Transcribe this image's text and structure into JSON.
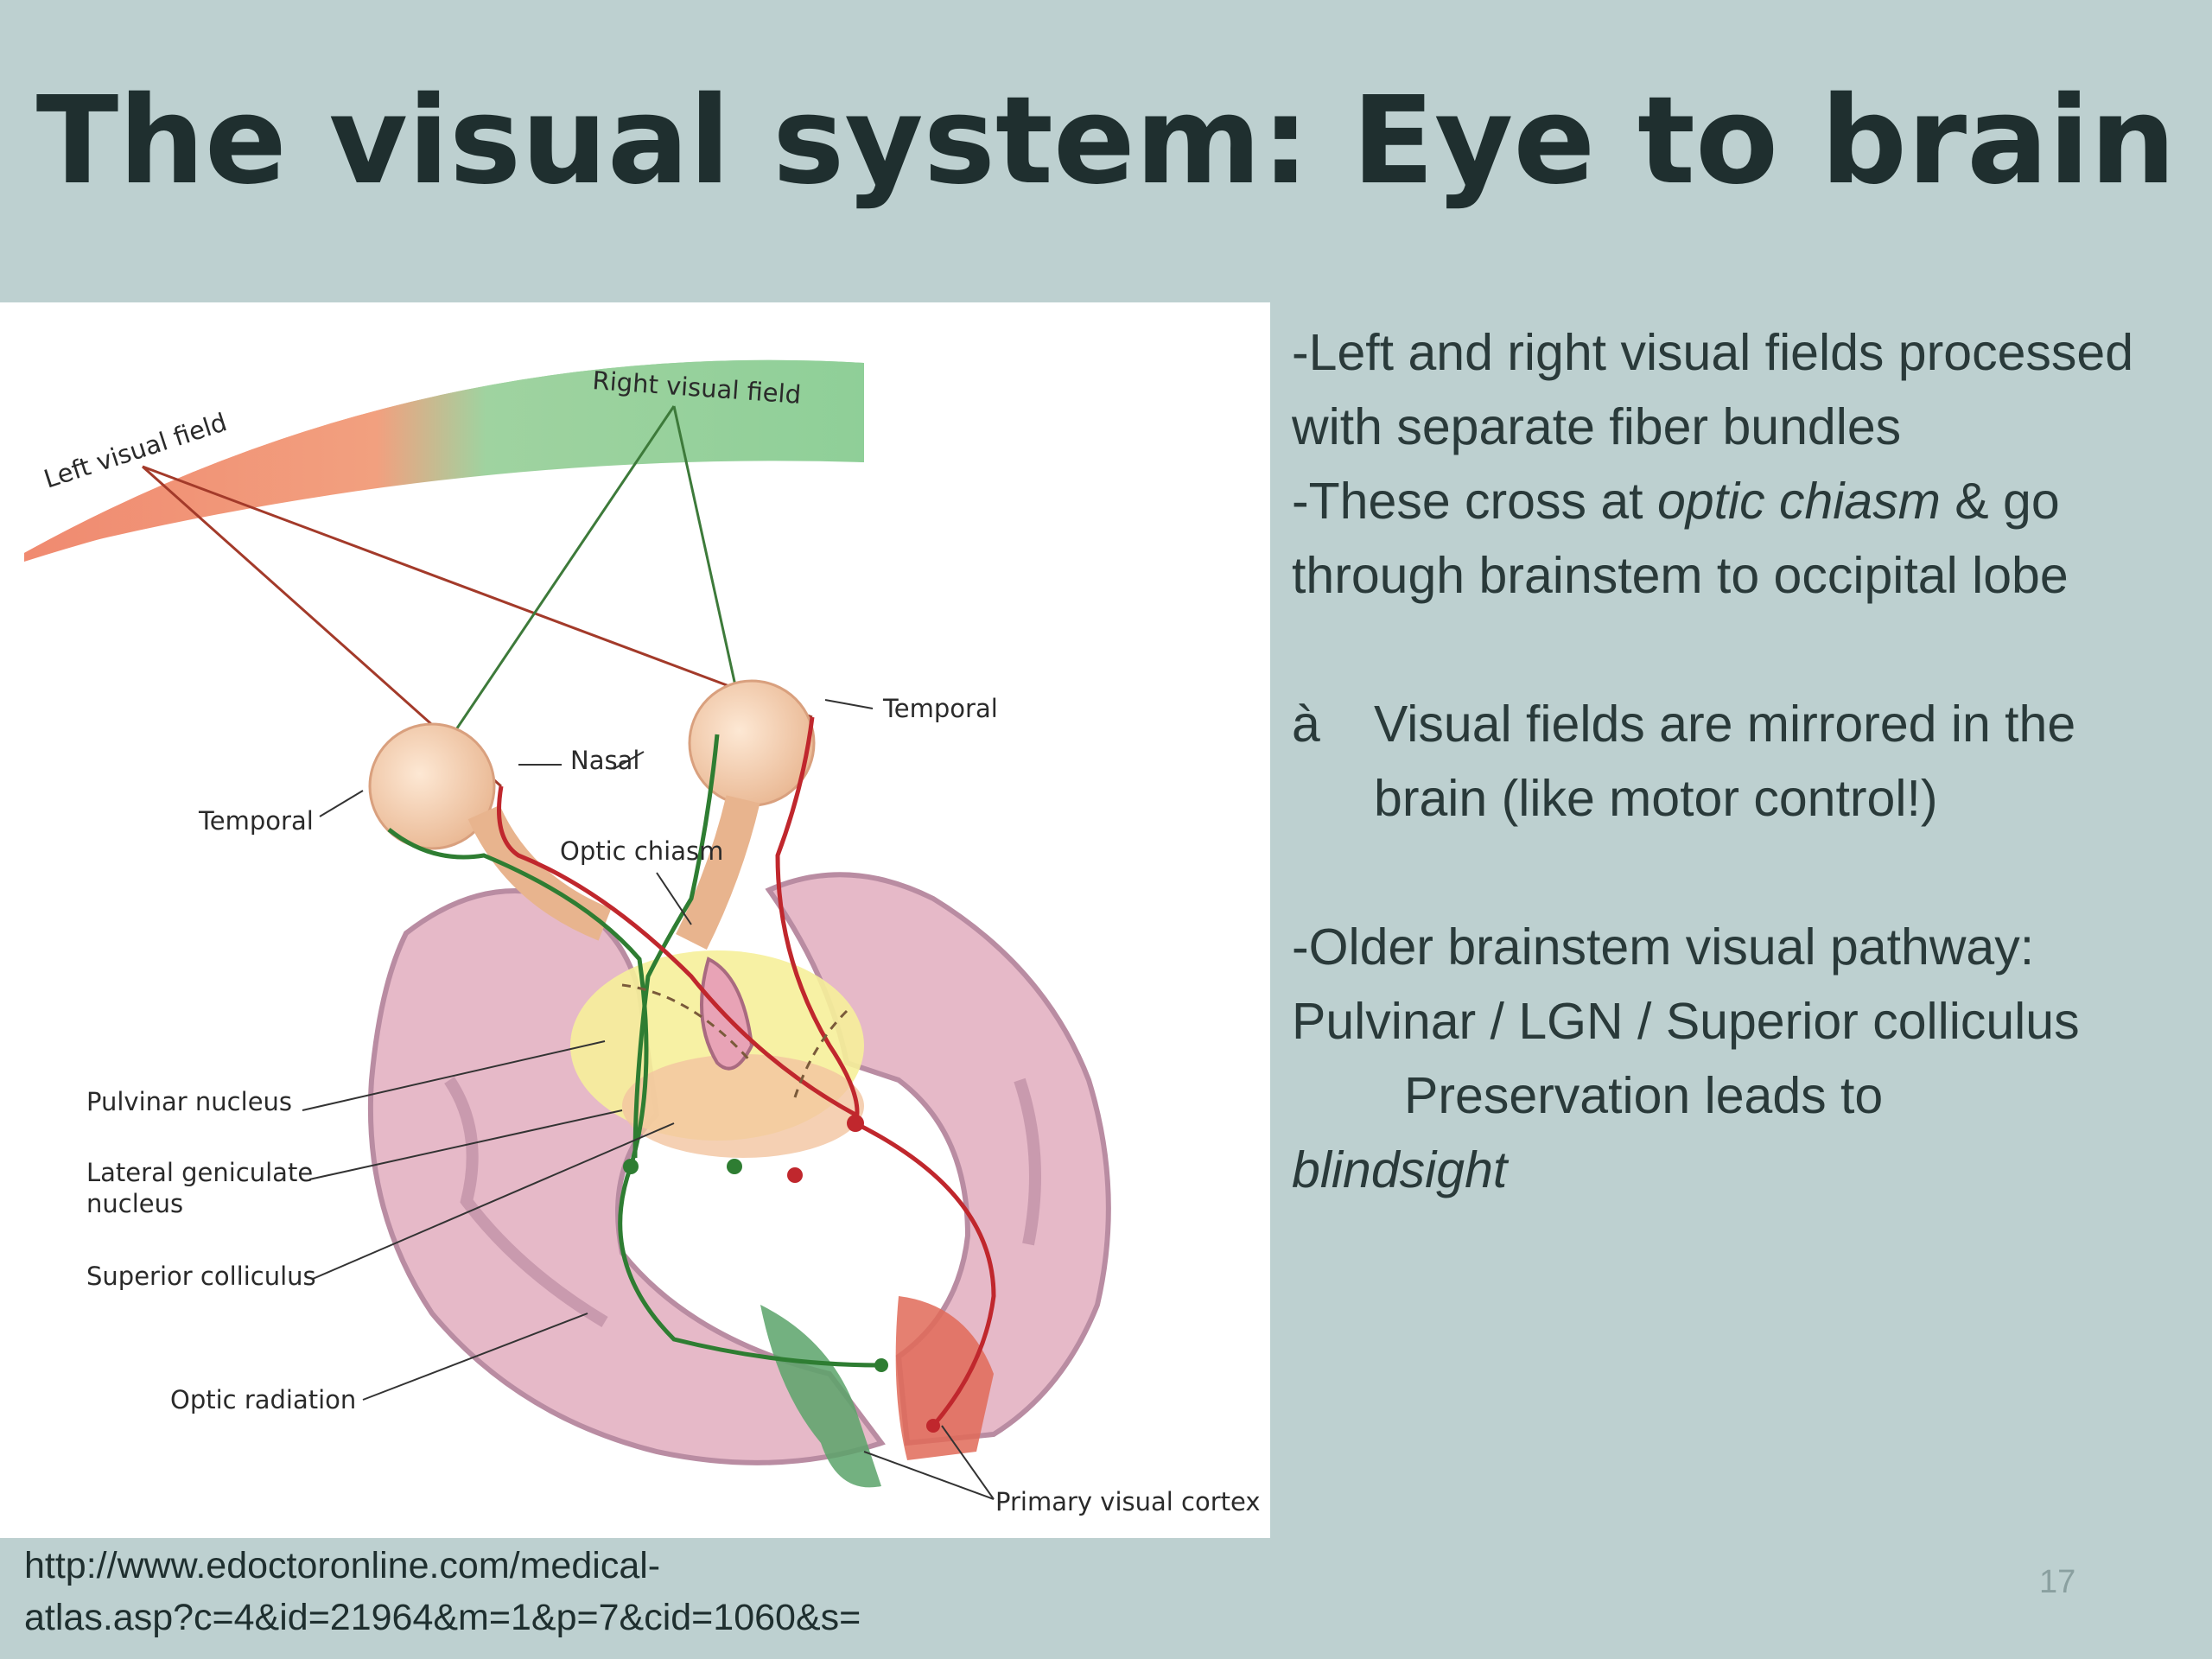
{
  "slide": {
    "title": "The visual system: Eye to brain",
    "page_number": "17"
  },
  "figure": {
    "labels": {
      "left_visual_field": "Left visual field",
      "right_visual_field": "Right visual field",
      "temporal_right": "Temporal",
      "nasal": "Nasal",
      "temporal_left": "Temporal",
      "optic_chiasm": "Optic chiasm",
      "pulvinar_nucleus": "Pulvinar nucleus",
      "lgn_line1": "Lateral geniculate",
      "lgn_line2": "nucleus",
      "superior_colliculus": "Superior colliculus",
      "optic_radiation": "Optic radiation",
      "primary_visual_cortex": "Primary visual cortex"
    },
    "colors": {
      "left_field": "#f08a70",
      "right_field": "#8fd29a",
      "left_pathway": "#c0272d",
      "right_pathway": "#2e7d32",
      "brain": "#e5b8c6",
      "nuclei": "#f4f09a"
    }
  },
  "body": {
    "p1": "-Left and right visual fields processed with separate fiber bundles",
    "p2_pre": "-These cross at ",
    "p2_em": "optic chiasm",
    "p2_post": " & go through brainstem to occipital lobe",
    "bullet_glyph": "à",
    "bullet_text": "Visual fields are mirrored in the brain (like motor control!)",
    "p3": "-Older brainstem visual pathway: Pulvinar / LGN / Superior colliculus",
    "p4": "Preservation leads to",
    "p4_em": "blindsight"
  },
  "source": {
    "line1": "http://www.edoctoronline.com/medical-",
    "line2": "atlas.asp?c=4&id=21964&m=1&p=7&cid=1060&s="
  }
}
